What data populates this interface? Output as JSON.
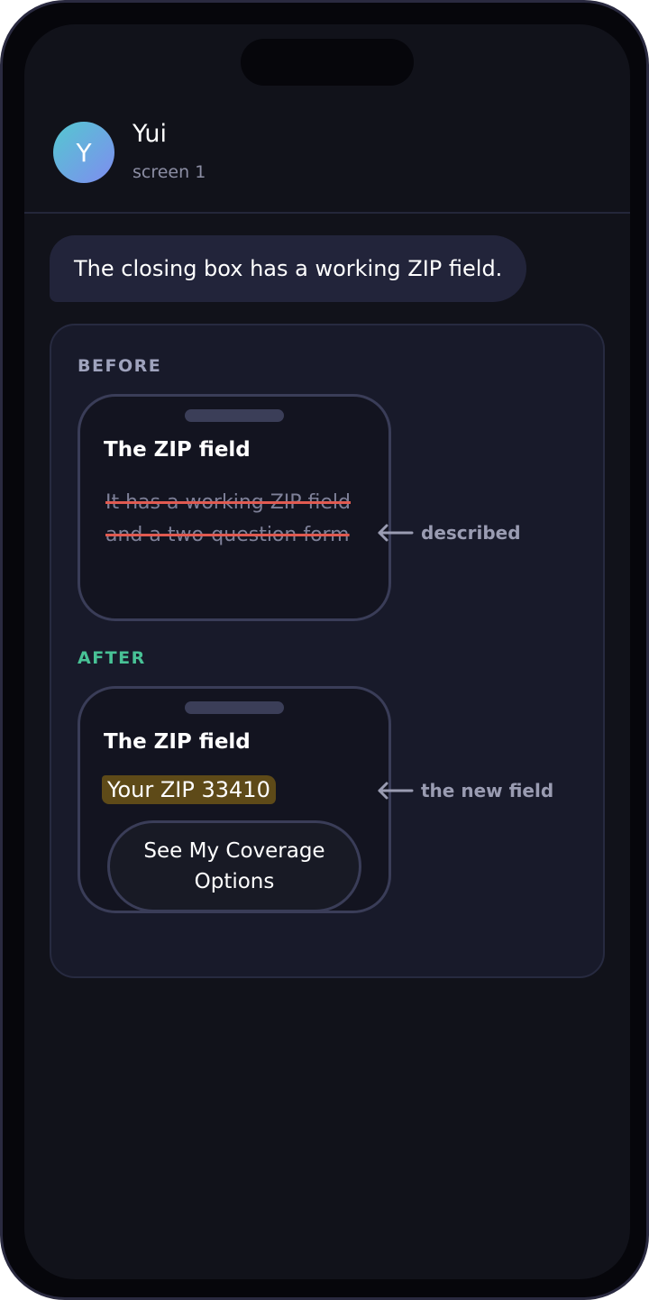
{
  "contact": {
    "initial": "Y",
    "name": "Yui",
    "subtitle": "screen 1"
  },
  "message": {
    "text": "The closing box has a working ZIP field."
  },
  "comparison": {
    "before": {
      "label": "BEFORE",
      "title": "The ZIP field",
      "struck_text": "It has a working ZIP field and a two-question form",
      "annotation": "described",
      "annotation_icon": "arrow-left-icon"
    },
    "after": {
      "label": "AFTER",
      "title": "The ZIP field",
      "zip_value": "Your ZIP 33410",
      "cta_label": "See My Coverage Options",
      "annotation": "the new field",
      "annotation_icon": "arrow-left-icon"
    }
  },
  "colors": {
    "after_label": "#48c296",
    "strike": "#e05a50",
    "highlight": "#5e4a18"
  }
}
